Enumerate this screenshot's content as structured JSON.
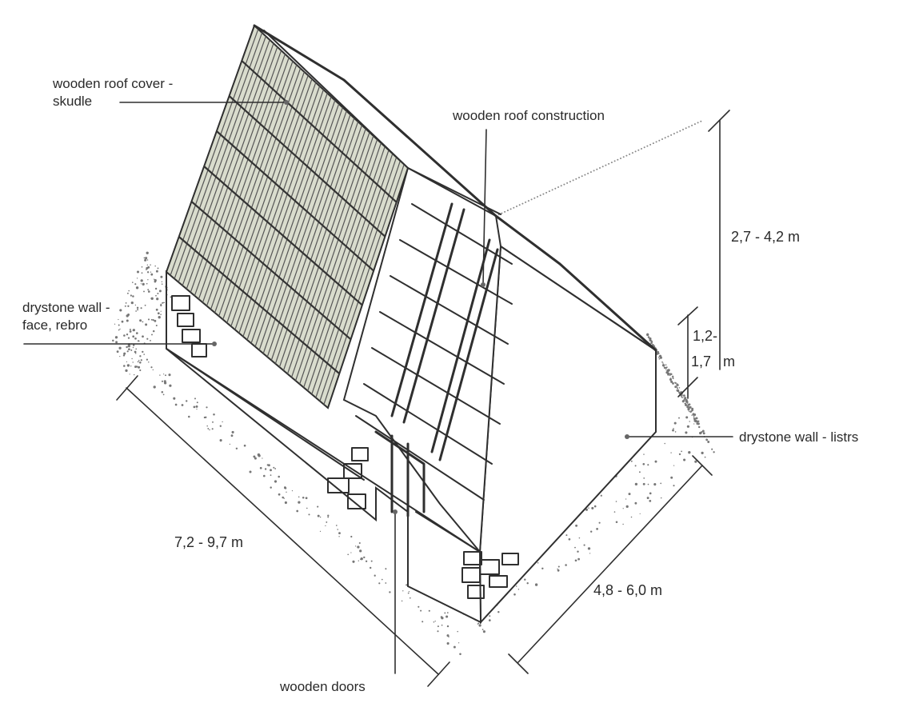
{
  "labels": {
    "roof_cover_1": "wooden roof cover -",
    "roof_cover_2": "skudle",
    "roof_construction": "wooden roof construction",
    "drystone_face_1": "drystone wall -",
    "drystone_face_2": "face, rebro",
    "drystone_listrs": "drystone wall - listrs",
    "wooden_doors": "wooden doors"
  },
  "dimensions": {
    "height_total": "2,7 - 4,2 m",
    "height_wall_1": "1,2-",
    "height_wall_2": "1,7",
    "height_wall_unit": "m",
    "length": "7,2 - 9,7 m",
    "width": "4,8 - 6,0 m"
  }
}
